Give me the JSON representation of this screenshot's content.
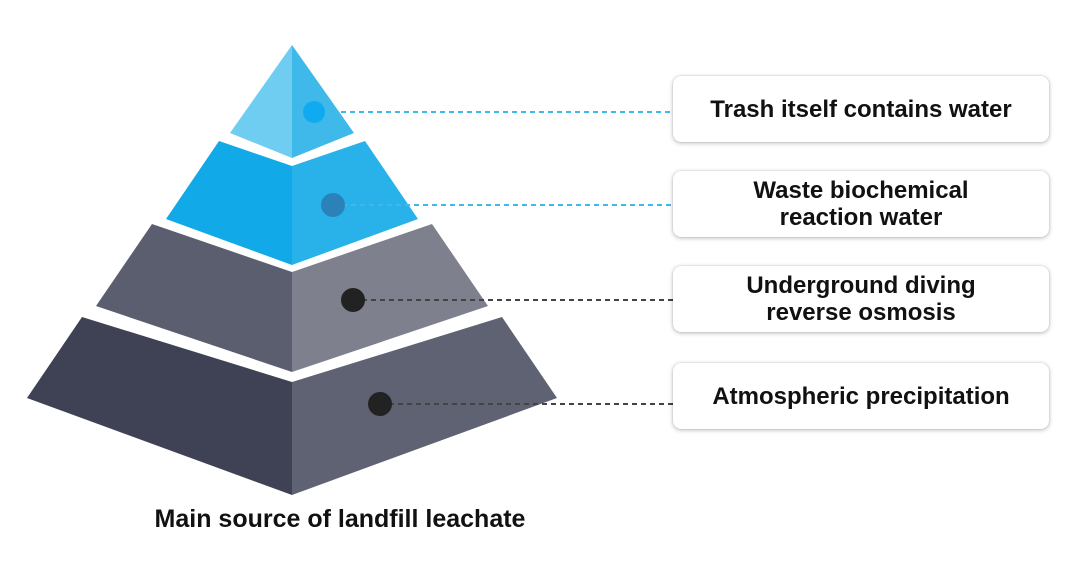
{
  "caption": "Main source of landfill leachate",
  "layers": [
    {
      "label": "Trash itself contains water",
      "colors": {
        "left": "#6ecdf0",
        "right": "#3fb9ea",
        "dot": "#10aaf0",
        "line": "#3fb9ea"
      }
    },
    {
      "label": "Waste biochemical reaction water",
      "colors": {
        "left": "#12a9e8",
        "right": "#29b2e9",
        "dot": "#2a82b8",
        "line": "#3fb9ea"
      }
    },
    {
      "label": "Underground diving reverse osmosis",
      "colors": {
        "left": "#5b5e6e",
        "right": "#7e818d",
        "dot": "#222222",
        "line": "#444444"
      }
    },
    {
      "label": "Atmospheric precipitation",
      "colors": {
        "left": "#3f4254",
        "right": "#5f6272",
        "dot": "#222222",
        "line": "#444444"
      }
    }
  ]
}
